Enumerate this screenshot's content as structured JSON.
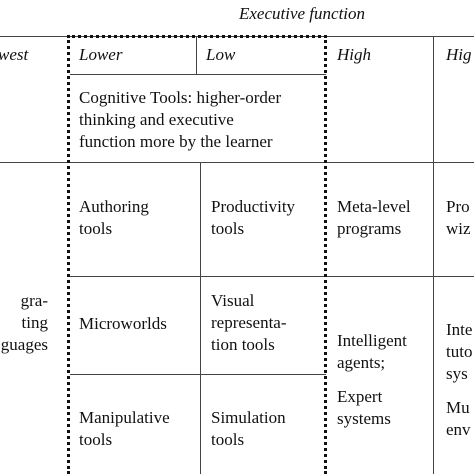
{
  "header": {
    "title": "Executive function",
    "col_lowest_partial": "west",
    "col_lower": "Lower",
    "col_low": "Low",
    "col_high": "High",
    "col_highest_partial": "Hig"
  },
  "cognitive_tools_note": "Cognitive Tools: higher-order\nthinking and executive\nfunction more by the learner",
  "left_column_partial": "gra-\nting\nguages",
  "rows": {
    "authoring": "Authoring\ntools",
    "productivity": "Productivity\ntools",
    "meta_level": "Meta-level\nprograms",
    "pro_partial": "Pro\nwiz",
    "microworlds": "Microworlds",
    "visual": "Visual\nrepresenta-\ntion tools",
    "intelligent_agents": "Intelligent\nagents;",
    "expert_systems": "Expert\nsystems",
    "intel_tutor_partial": "Inte\ntuto\nsys",
    "manipulative": "Manipulative\ntools",
    "simulation": "Simulation\ntools",
    "mu_env_partial": "Mu\nenv"
  }
}
